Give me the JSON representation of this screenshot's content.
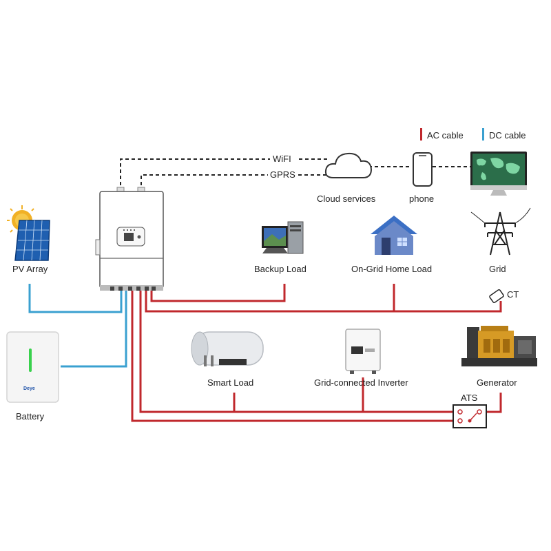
{
  "legend": {
    "ac_label": "AC cable",
    "dc_label": "DC cable",
    "ac_color": "#c0282d",
    "dc_color": "#3aa0d0"
  },
  "links": {
    "wifi": "WiFI",
    "gprs": "GPRS"
  },
  "nodes": {
    "cloud": "Cloud services",
    "phone": "phone",
    "pv": "PV Array",
    "battery": "Battery",
    "battery_brand": "Deye",
    "backup_load": "Backup Load",
    "home_load": "On-Grid Home Load",
    "grid": "Grid",
    "ct": "CT",
    "smart_load": "Smart Load",
    "grid_inverter": "Grid-connected Inverter",
    "generator": "Generator",
    "ats": "ATS"
  },
  "icons": [
    "inverter-icon",
    "solar-panel-icon",
    "battery-icon",
    "cloud-icon",
    "phone-icon",
    "monitor-icon",
    "computer-icon",
    "house-icon",
    "pylon-icon",
    "ct-clamp-icon",
    "water-heater-icon",
    "grid-inverter-icon",
    "generator-icon",
    "ats-switch-icon"
  ]
}
